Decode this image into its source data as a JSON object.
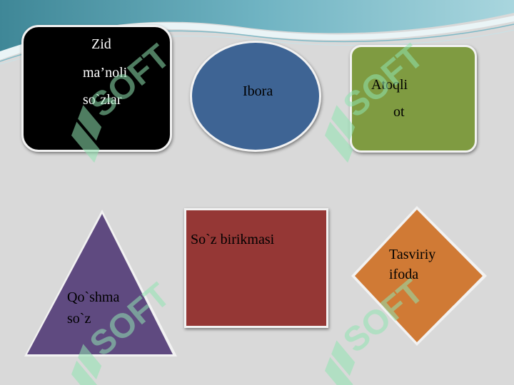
{
  "shapes": {
    "antonyms": {
      "line1": "Zid",
      "line2": "ma’noli",
      "line3": "so`zlar"
    },
    "idiom": {
      "label": "Ibora"
    },
    "proper_noun": {
      "line1": "Atoqli",
      "line2": "ot"
    },
    "compound_word": {
      "line1": "Qo`shma",
      "line2": "so`z"
    },
    "word_combination": {
      "label": "So`z birikmasi"
    },
    "figurative_expression": {
      "line1": "Tasviriy",
      "line2": "ifoda"
    }
  },
  "watermark": {
    "text": "SOFT"
  },
  "colors": {
    "background": "#d9d9d9",
    "black_box": "#000000",
    "blue_ellipse": "#3e6494",
    "green_box": "#7f9b41",
    "purple_triangle": "#5f4a80",
    "red_box": "#953735",
    "orange_diamond": "#d07a35",
    "header_teal": "#4f96a6",
    "watermark_green": "#8fe3b0"
  }
}
